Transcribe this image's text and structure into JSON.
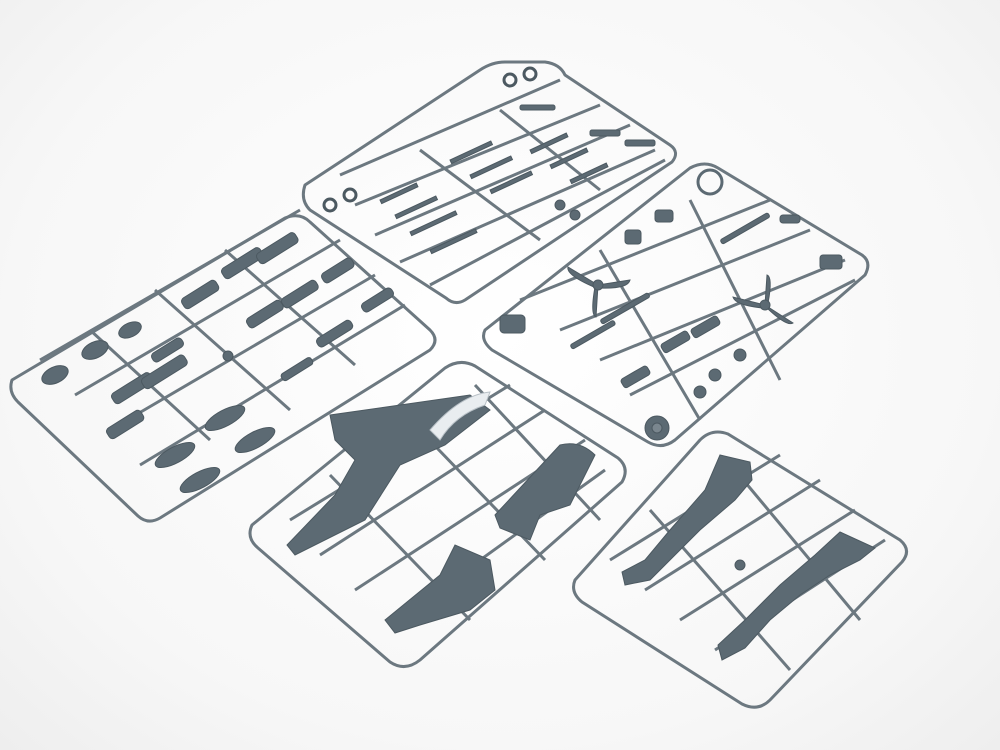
{
  "photo": {
    "subject": "",
    "colors": {
      "background": "#f6f6f6",
      "sprue": "#6c7880",
      "part": "#5c6a73",
      "clear": "#e9edf0"
    },
    "sprues": [
      {
        "id": "left-wing-detail"
      },
      {
        "id": "top-small-parts"
      },
      {
        "id": "right-engine-props"
      },
      {
        "id": "center-wing"
      },
      {
        "id": "bottom-right-fuselage"
      }
    ]
  }
}
